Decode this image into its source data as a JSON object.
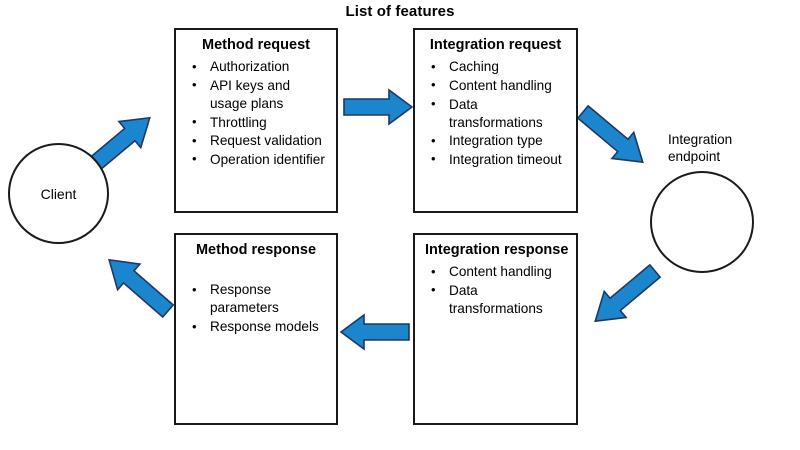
{
  "diagram": {
    "title": "List of features",
    "type": "flow-diagram",
    "colors": {
      "arrow_fill": "#1B86CE",
      "arrow_stroke": "#1F3864",
      "box_border": "#1A1A1A",
      "background": "#FFFFFF",
      "text": "#000000"
    },
    "nodes": {
      "client": {
        "shape": "circle",
        "label": "Client"
      },
      "method_request": {
        "shape": "rectangle",
        "title": "Method request",
        "bullets": [
          "Authorization",
          "API keys and usage plans",
          "Throttling",
          "Request validation",
          "Operation identifier"
        ]
      },
      "integration_request": {
        "shape": "rectangle",
        "title": "Integration request",
        "bullets": [
          "Caching",
          "Content handling",
          "Data transformations",
          "Integration type",
          "Integration timeout"
        ]
      },
      "integration_endpoint": {
        "shape": "circle",
        "label": "Integration endpoint"
      },
      "integration_response": {
        "shape": "rectangle",
        "title": "Integration response",
        "bullets": [
          "Content handling",
          "Data transformations"
        ]
      },
      "method_response": {
        "shape": "rectangle",
        "title": "Method response",
        "bullets": [
          "Response parameters",
          "Response models"
        ]
      }
    },
    "arrows": [
      {
        "name": "client-to-method-request",
        "direction": "up-right"
      },
      {
        "name": "method-request-to-integration-request",
        "direction": "right"
      },
      {
        "name": "integration-request-to-endpoint",
        "direction": "down-right"
      },
      {
        "name": "endpoint-to-integration-response",
        "direction": "down-left"
      },
      {
        "name": "integration-response-to-method-response",
        "direction": "left"
      },
      {
        "name": "method-response-to-client",
        "direction": "up-left"
      }
    ]
  }
}
